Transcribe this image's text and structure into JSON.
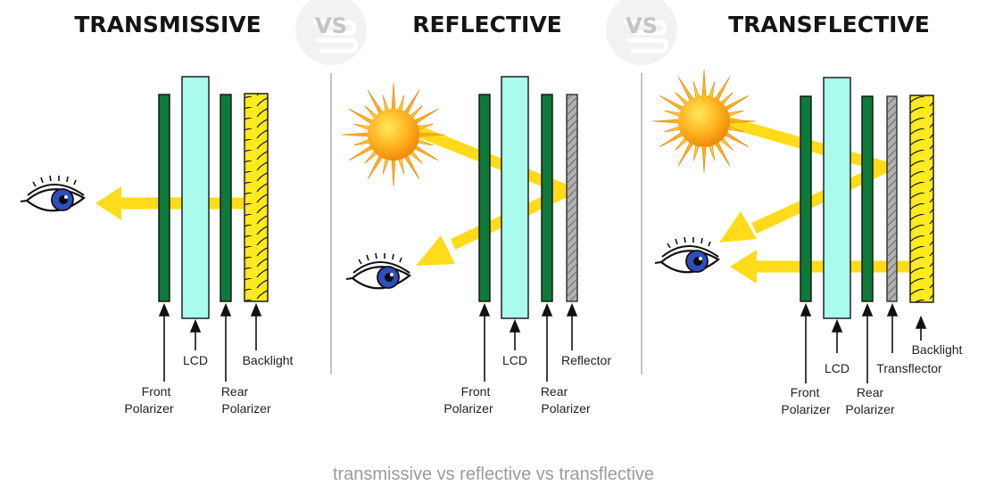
{
  "colors": {
    "polarizer": "#0d7a3a",
    "lcd": "#a9fbee",
    "backlight": "#ffe91f",
    "reflector": "#b0b0b0",
    "light_ray": "#ffdb1a",
    "sun": "#ffb21f",
    "iris": "#2f4dbd",
    "vs_badge": "#f2f2f2",
    "caption_text": "#9b9b9b"
  },
  "icons": {
    "sun": "sun-icon",
    "eye": "eye-icon",
    "vs_badge": "vs-badge-icon"
  },
  "titles": {
    "transmissive": "TRANSMISSIVE",
    "reflective": "REFLECTIVE",
    "transflective": "TRANSFLECTIVE"
  },
  "vs": {
    "first": "VS",
    "second": "VS"
  },
  "labels": {
    "transmissive": {
      "front_polarizer": [
        "Front",
        "Polarizer"
      ],
      "lcd": "LCD",
      "rear_polarizer": [
        "Rear",
        "Polarizer"
      ],
      "backlight": "Backlight"
    },
    "reflective": {
      "front_polarizer": [
        "Front",
        "Polarizer"
      ],
      "lcd": "LCD",
      "rear_polarizer": [
        "Rear",
        "Polarizer"
      ],
      "reflector": "Reflector"
    },
    "transflective": {
      "front_polarizer": [
        "Front",
        "Polarizer"
      ],
      "lcd": "LCD",
      "rear_polarizer": [
        "Rear",
        "Polarizer"
      ],
      "transflector": "Transflector",
      "backlight": "Backlight"
    }
  },
  "caption": "transmissive vs reflective vs transflective"
}
